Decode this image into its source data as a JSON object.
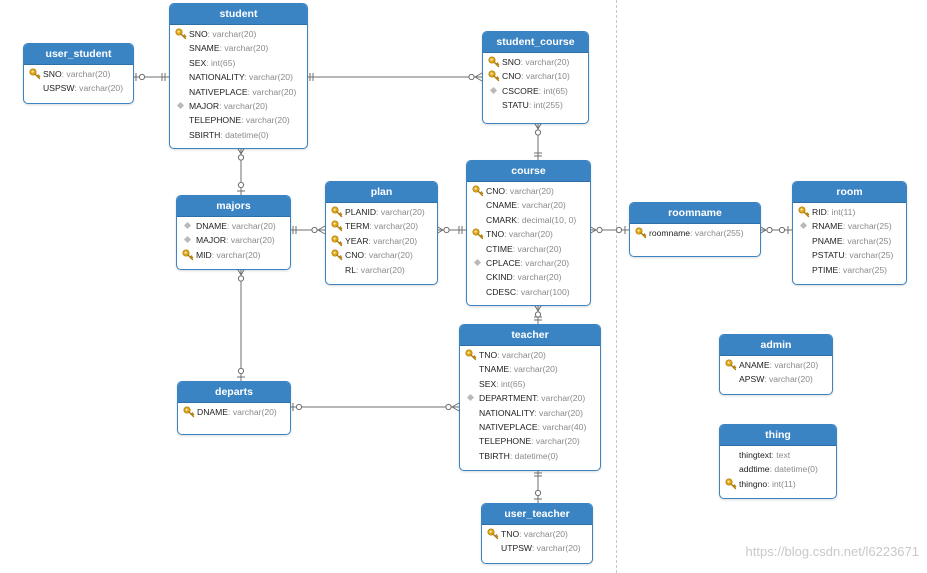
{
  "entities": {
    "user_student": {
      "title": "user_student",
      "fields": [
        {
          "name": "SNO",
          "type": "varchar(20)",
          "mark": "key"
        },
        {
          "name": "USPSW",
          "type": "varchar(20)",
          "mark": "none"
        }
      ]
    },
    "student": {
      "title": "student",
      "fields": [
        {
          "name": "SNO",
          "type": "varchar(20)",
          "mark": "key"
        },
        {
          "name": "SNAME",
          "type": "varchar(20)",
          "mark": "none"
        },
        {
          "name": "SEX",
          "type": "int(65)",
          "mark": "none"
        },
        {
          "name": "NATIONALITY",
          "type": "varchar(20)",
          "mark": "none"
        },
        {
          "name": "NATIVEPLACE",
          "type": "varchar(20)",
          "mark": "none"
        },
        {
          "name": "MAJOR",
          "type": "varchar(20)",
          "mark": "diamond"
        },
        {
          "name": "TELEPHONE",
          "type": "varchar(20)",
          "mark": "none"
        },
        {
          "name": "SBIRTH",
          "type": "datetime(0)",
          "mark": "none"
        }
      ]
    },
    "student_course": {
      "title": "student_course",
      "fields": [
        {
          "name": "SNO",
          "type": "varchar(20)",
          "mark": "key"
        },
        {
          "name": "CNO",
          "type": "varchar(10)",
          "mark": "key"
        },
        {
          "name": "CSCORE",
          "type": "int(65)",
          "mark": "diamond"
        },
        {
          "name": "STATU",
          "type": "int(255)",
          "mark": "none"
        }
      ]
    },
    "majors": {
      "title": "majors",
      "fields": [
        {
          "name": "DNAME",
          "type": "varchar(20)",
          "mark": "diamond"
        },
        {
          "name": "MAJOR",
          "type": "varchar(20)",
          "mark": "diamond"
        },
        {
          "name": "MID",
          "type": "varchar(20)",
          "mark": "key"
        }
      ]
    },
    "plan": {
      "title": "plan",
      "fields": [
        {
          "name": "PLANID",
          "type": "varchar(20)",
          "mark": "key"
        },
        {
          "name": "TERM",
          "type": "varchar(20)",
          "mark": "key"
        },
        {
          "name": "YEAR",
          "type": "varchar(20)",
          "mark": "key"
        },
        {
          "name": "CNO",
          "type": "varchar(20)",
          "mark": "key"
        },
        {
          "name": "RL",
          "type": "varchar(20)",
          "mark": "none"
        }
      ]
    },
    "course": {
      "title": "course",
      "fields": [
        {
          "name": "CNO",
          "type": "varchar(20)",
          "mark": "key"
        },
        {
          "name": "CNAME",
          "type": "varchar(20)",
          "mark": "none"
        },
        {
          "name": "CMARK",
          "type": "decimal(10, 0)",
          "mark": "none"
        },
        {
          "name": "TNO",
          "type": "varchar(20)",
          "mark": "key"
        },
        {
          "name": "CTIME",
          "type": "varchar(20)",
          "mark": "none"
        },
        {
          "name": "CPLACE",
          "type": "varchar(20)",
          "mark": "diamond"
        },
        {
          "name": "CKIND",
          "type": "varchar(20)",
          "mark": "none"
        },
        {
          "name": "CDESC",
          "type": "varchar(100)",
          "mark": "none"
        }
      ]
    },
    "roomname": {
      "title": "roomname",
      "fields": [
        {
          "name": "roomname",
          "type": "varchar(255)",
          "mark": "key"
        }
      ]
    },
    "room": {
      "title": "room",
      "fields": [
        {
          "name": "RID",
          "type": "int(11)",
          "mark": "key"
        },
        {
          "name": "RNAME",
          "type": "varchar(25)",
          "mark": "diamond"
        },
        {
          "name": "PNAME",
          "type": "varchar(25)",
          "mark": "none"
        },
        {
          "name": "PSTATU",
          "type": "varchar(25)",
          "mark": "none"
        },
        {
          "name": "PTIME",
          "type": "varchar(25)",
          "mark": "none"
        }
      ]
    },
    "departs": {
      "title": "departs",
      "fields": [
        {
          "name": "DNAME",
          "type": "varchar(20)",
          "mark": "key"
        }
      ]
    },
    "teacher": {
      "title": "teacher",
      "fields": [
        {
          "name": "TNO",
          "type": "varchar(20)",
          "mark": "key"
        },
        {
          "name": "TNAME",
          "type": "varchar(20)",
          "mark": "none"
        },
        {
          "name": "SEX",
          "type": "int(65)",
          "mark": "none"
        },
        {
          "name": "DEPARTMENT",
          "type": "varchar(20)",
          "mark": "diamond"
        },
        {
          "name": "NATIONALITY",
          "type": "varchar(20)",
          "mark": "none"
        },
        {
          "name": "NATIVEPLACE",
          "type": "varchar(40)",
          "mark": "none"
        },
        {
          "name": "TELEPHONE",
          "type": "varchar(20)",
          "mark": "none"
        },
        {
          "name": "TBIRTH",
          "type": "datetime(0)",
          "mark": "none"
        }
      ]
    },
    "admin": {
      "title": "admin",
      "fields": [
        {
          "name": "ANAME",
          "type": "varchar(20)",
          "mark": "key"
        },
        {
          "name": "APSW",
          "type": "varchar(20)",
          "mark": "none"
        }
      ]
    },
    "thing": {
      "title": "thing",
      "fields": [
        {
          "name": "thingtext",
          "type": "text",
          "mark": "none"
        },
        {
          "name": "addtime",
          "type": "datetime(0)",
          "mark": "none"
        },
        {
          "name": "thingno",
          "type": "int(11)",
          "mark": "key"
        }
      ]
    },
    "user_teacher": {
      "title": "user_teacher",
      "fields": [
        {
          "name": "TNO",
          "type": "varchar(20)",
          "mark": "key"
        },
        {
          "name": "UTPSW",
          "type": "varchar(20)",
          "mark": "none"
        }
      ]
    }
  },
  "relationships": [
    {
      "from": "user_student",
      "to": "student",
      "from_end": "one-optional",
      "to_end": "one-mandatory"
    },
    {
      "from": "student",
      "to": "student_course",
      "from_end": "one-mandatory",
      "to_end": "many-optional"
    },
    {
      "from": "student",
      "to": "majors",
      "from_end": "many-optional",
      "to_end": "one-optional"
    },
    {
      "from": "majors",
      "to": "plan",
      "from_end": "one-mandatory",
      "to_end": "many-optional"
    },
    {
      "from": "plan",
      "to": "course",
      "from_end": "many-optional",
      "to_end": "one-mandatory"
    },
    {
      "from": "student_course",
      "to": "course",
      "from_end": "many-optional",
      "to_end": "one-mandatory"
    },
    {
      "from": "course",
      "to": "roomname",
      "from_end": "many-optional",
      "to_end": "one-optional"
    },
    {
      "from": "roomname",
      "to": "room",
      "from_end": "many-optional",
      "to_end": "one-optional"
    },
    {
      "from": "majors",
      "to": "departs",
      "from_end": "many-optional",
      "to_end": "one-optional"
    },
    {
      "from": "departs",
      "to": "teacher",
      "from_end": "one-optional",
      "to_end": "many-optional"
    },
    {
      "from": "course",
      "to": "teacher",
      "from_end": "many-optional",
      "to_end": "one-mandatory"
    },
    {
      "from": "teacher",
      "to": "user_teacher",
      "from_end": "one-mandatory",
      "to_end": "one-optional"
    }
  ],
  "colors": {
    "header": "#3b84c4",
    "border": "#3b84c4",
    "line": "#6f6f6f",
    "key": "#e0a81b",
    "diamond": "#b9b9b9"
  },
  "watermark": "https://blog.csdn.net/l6223671"
}
